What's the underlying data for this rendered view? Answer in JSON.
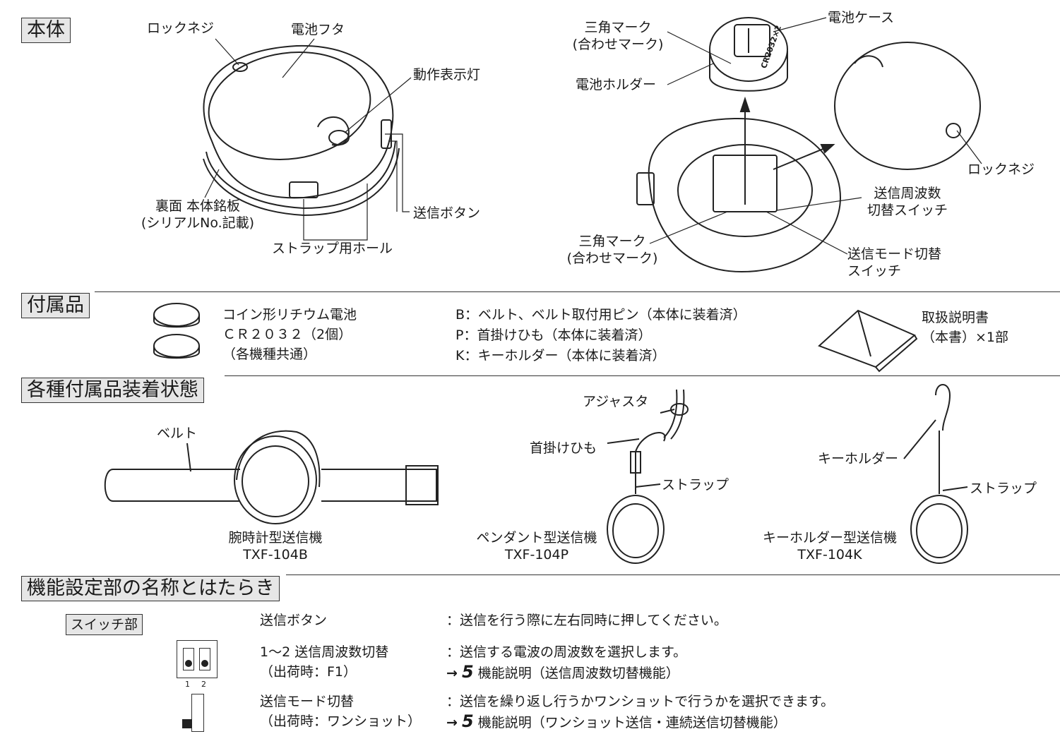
{
  "sections": {
    "main_body": "本体",
    "accessories": "付属品",
    "attachment_states": "各種付属品装着状態",
    "function_settings": "機能設定部の名称とはたらき"
  },
  "main_body_labels": {
    "lock_screw": "ロックネジ",
    "battery_cover": "電池フタ",
    "indicator_lamp": "動作表示灯",
    "nameplate_line1": "裏面 本体銘板",
    "nameplate_line2": "(シリアルNo.記載)",
    "send_button": "送信ボタン",
    "strap_hole": "ストラップ用ホール",
    "triangle_mark_top_line1": "三角マーク",
    "triangle_mark_top_line2": "(合わせマーク)",
    "battery_case": "電池ケース",
    "battery_holder": "電池ホルダー",
    "lock_screw_right": "ロックネジ",
    "freq_switch_line1": "送信周波数",
    "freq_switch_line2": "切替スイッチ",
    "triangle_mark_bottom_line1": "三角マーク",
    "triangle_mark_bottom_line2": "(合わせマーク)",
    "mode_switch_line1": "送信モード切替",
    "mode_switch_line2": "スイッチ",
    "battery_marking": "CR2032×2"
  },
  "accessories": {
    "battery_line1": "コイン形リチウム電池",
    "battery_line2": "ＣＲ２０３２（2個）",
    "battery_line3": "（各機種共通）",
    "item_b": "B：ベルト、ベルト取付用ピン（本体に装着済）",
    "item_p": "P：首掛けひも（本体に装着済）",
    "item_k": "K：キーホルダー（本体に装着済）",
    "manual_line1": "取扱説明書",
    "manual_line2": "（本書）×1部"
  },
  "attachment_states": {
    "belt_label": "ベルト",
    "wrist_name": "腕時計型送信機",
    "wrist_model": "TXF-104B",
    "adjuster_label": "アジャスタ",
    "neck_strap_label": "首掛けひも",
    "strap_label_pendant": "ストラップ",
    "pendant_name": "ペンダント型送信機",
    "pendant_model": "TXF-104P",
    "keyholder_label": "キーホルダー",
    "strap_label_key": "ストラップ",
    "keyholder_name": "キーホルダー型送信機",
    "keyholder_model": "TXF-104K"
  },
  "function_settings": {
    "switch_section_label": "スイッチ部",
    "switch_numbers": [
      "1",
      "2"
    ],
    "rows": [
      {
        "name_line1": "送信ボタン",
        "name_line2": "",
        "desc_line1": "：送信を行う際に左右同時に押してください。",
        "ref_num": "",
        "ref_text": ""
      },
      {
        "name_line1": "1～2 送信周波数切替",
        "name_line2": "（出荷時：F1）",
        "desc_line1": "：送信する電波の周波数を選択します。",
        "ref_num": "5",
        "ref_text": "機能説明（送信周波数切替機能）"
      },
      {
        "name_line1": "送信モード切替",
        "name_line2": "（出荷時：ワンショット）",
        "desc_line1": "：送信を繰り返し行うかワンショットで行うかを選択できます。",
        "ref_num": "5",
        "ref_text": "機能説明（ワンショット送信・連続送信切替機能）"
      }
    ],
    "arrow": "→"
  }
}
